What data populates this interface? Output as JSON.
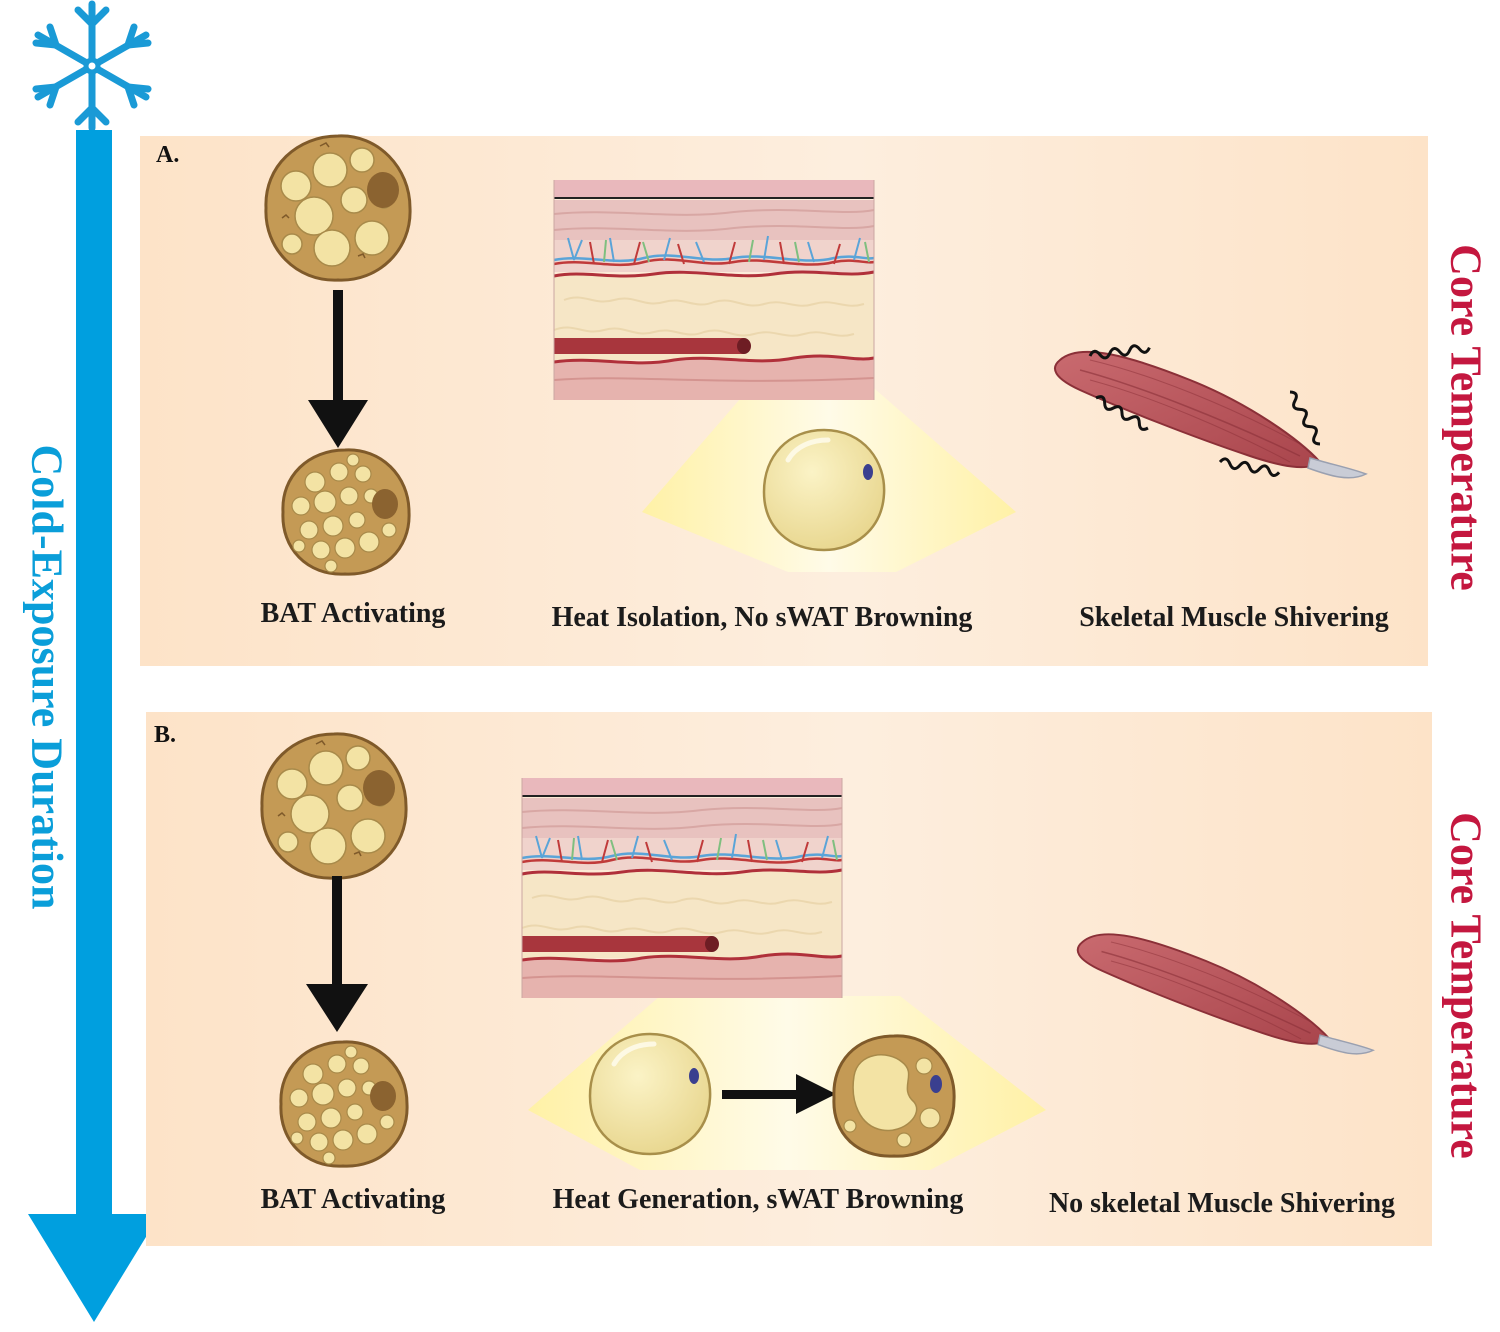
{
  "axis": {
    "label": "Cold-Exposure Duration",
    "color": "#009fdf"
  },
  "accent": {
    "core": "#c4173f",
    "panel": "#fde4cb"
  },
  "panels": [
    {
      "id": "A.",
      "side_label": "Core Temperature",
      "captions": [
        "BAT Activating",
        "Heat Isolation, No sWAT Browning",
        "Skeletal Muscle Shivering"
      ]
    },
    {
      "id": "B.",
      "side_label": "Core Temperature",
      "captions": [
        "BAT Activating",
        "Heat Generation, sWAT Browning",
        "No skeletal Muscle Shivering"
      ]
    }
  ],
  "icons": [
    "snowflake-icon",
    "brown-adipocyte-icon",
    "white-adipocyte-icon",
    "skin-cross-section-icon",
    "skeletal-muscle-icon",
    "down-arrow-icon",
    "right-arrow-icon"
  ]
}
